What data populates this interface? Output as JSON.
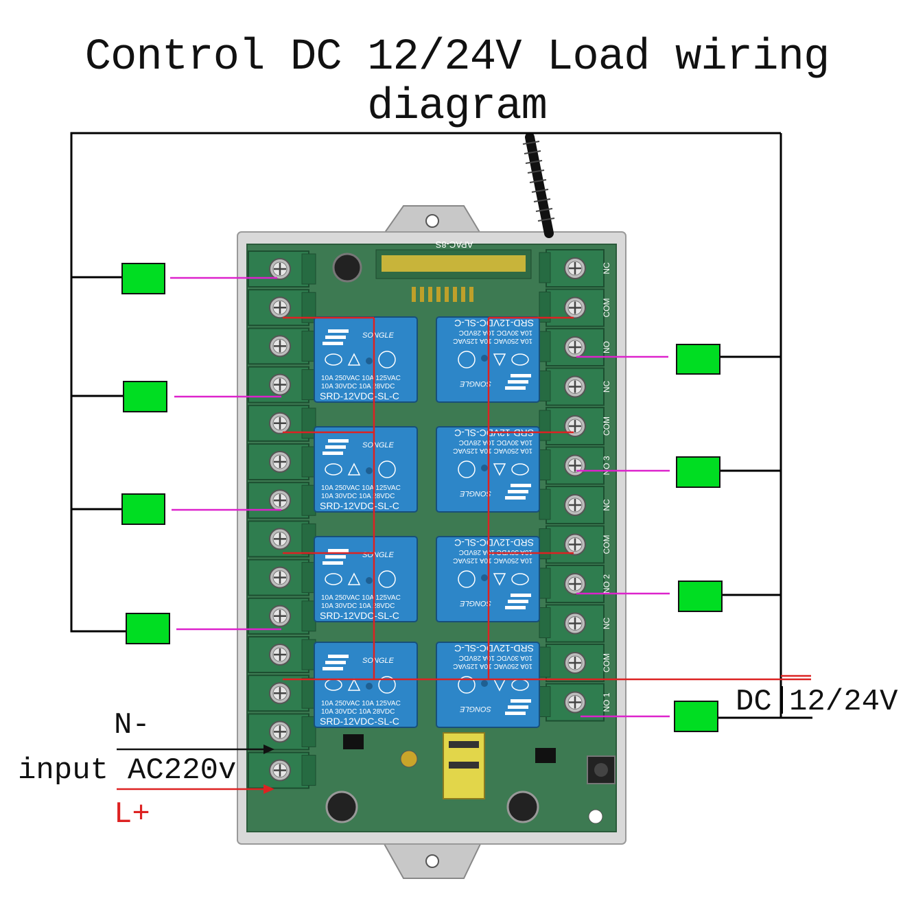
{
  "title": "Control DC 12/24V Load wiring diagram",
  "labels": {
    "n_minus": "N-",
    "input": "input",
    "ac220": "AC220v",
    "l_plus": "L+",
    "dc": "DC",
    "dc_voltage": "12/24V"
  },
  "board": {
    "module_label": "APAC-8S",
    "relays": [
      {
        "brand": "SONGLE",
        "line1": "10A 250VAC  10A 125VAC",
        "line2": "10A  30VDC  10A  28VDC",
        "model": "SRD-12VDC-SL-C"
      },
      {
        "brand": "SONGLE",
        "line1": "10A 250VAC  10A 125VAC",
        "line2": "10A  30VDC  10A  28VDC",
        "model": "SRD-12VDC-SL-C"
      },
      {
        "brand": "SONGLE",
        "line1": "10A 250VAC  10A 125VAC",
        "line2": "10A  30VDC  10A  28VDC",
        "model": "SRD-12VDC-SL-C"
      },
      {
        "brand": "SONGLE",
        "line1": "10A 250VAC  10A 125VAC",
        "line2": "10A  30VDC  10A  28VDC",
        "model": "SRD-12VDC-SL-C"
      },
      {
        "brand": "SONGLE",
        "line1": "10A 250VAC  10A 125VAC",
        "line2": "10A  30VDC  10A  28VDC",
        "model": "SRD-12VDC-SL-C"
      },
      {
        "brand": "SONGLE",
        "line1": "10A 250VAC  10A 125VAC",
        "line2": "10A  30VDC  10A  28VDC",
        "model": "SRD-12VDC-SL-C"
      },
      {
        "brand": "SONGLE",
        "line1": "10A 250VAC  10A 125VAC",
        "line2": "10A  30VDC  10A  28VDC",
        "model": "SRD-12VDC-SL-C"
      },
      {
        "brand": "SONGLE",
        "line1": "10A 250VAC  10A 125VAC",
        "line2": "10A  30VDC  10A  28VDC",
        "model": "SRD-12VDC-SL-C"
      }
    ],
    "right_terminal_labels": [
      "NC",
      "COM",
      "NO",
      "NC",
      "COM",
      "NO 3",
      "NC",
      "COM",
      "NO 2",
      "NC",
      "COM",
      "NO 1"
    ]
  },
  "colors": {
    "load": "#00dd22",
    "live_wire": "#dd2222",
    "signal_wire": "#dd22cc",
    "wire": "#000000",
    "terminal": "#2f7d4f",
    "pcb": "#3d7a52",
    "relay": "#2d86c8",
    "enclosure": "#d9d9d9"
  }
}
